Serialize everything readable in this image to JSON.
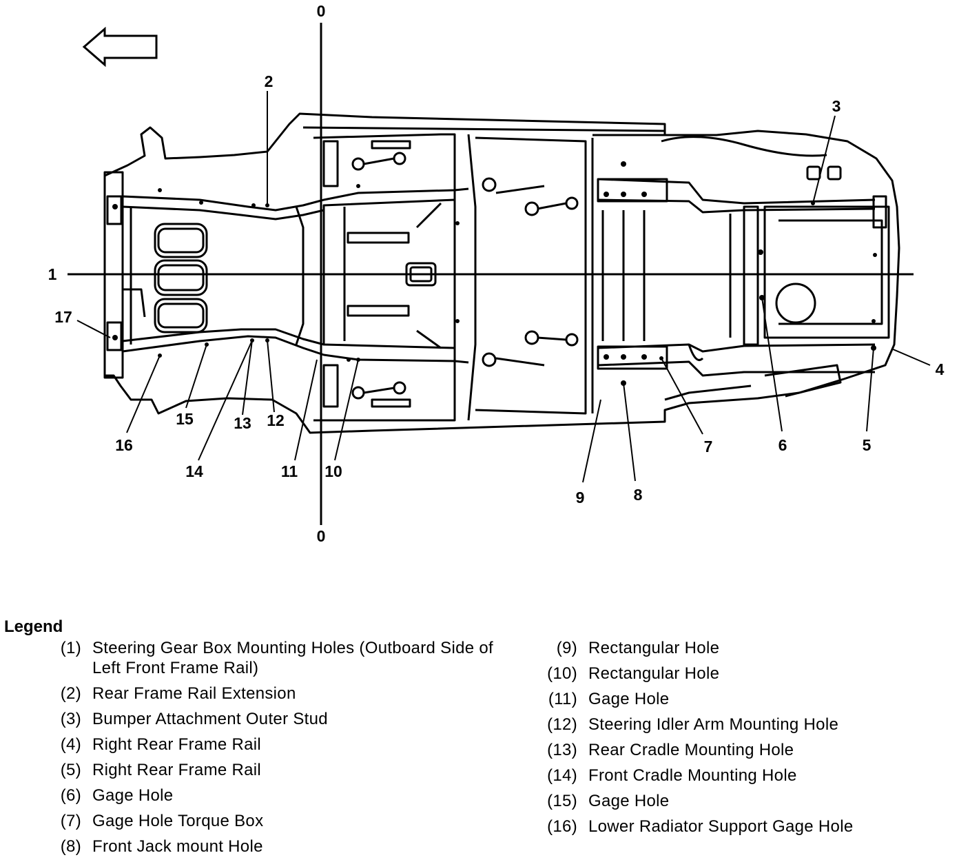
{
  "diagram": {
    "axis_top": "0",
    "axis_bottom": "0",
    "callouts": [
      "1",
      "2",
      "3",
      "4",
      "5",
      "6",
      "7",
      "8",
      "9",
      "10",
      "11",
      "12",
      "13",
      "14",
      "15",
      "16",
      "17"
    ]
  },
  "legend": {
    "title": "Legend",
    "items": [
      {
        "num": "(1)",
        "text": "Steering Gear Box Mounting Holes (Outboard Side of Left Front Frame Rail)"
      },
      {
        "num": "(2)",
        "text": "Rear Frame Rail Extension"
      },
      {
        "num": "(3)",
        "text": "Bumper Attachment Outer Stud"
      },
      {
        "num": "(4)",
        "text": "Right Rear Frame Rail"
      },
      {
        "num": "(5)",
        "text": "Right Rear Frame Rail"
      },
      {
        "num": "(6)",
        "text": "Gage Hole"
      },
      {
        "num": "(7)",
        "text": "Gage Hole Torque Box"
      },
      {
        "num": "(8)",
        "text": "Front Jack mount Hole"
      },
      {
        "num": "(9)",
        "text": "Rectangular Hole"
      },
      {
        "num": "(10)",
        "text": "Rectangular Hole"
      },
      {
        "num": "(11)",
        "text": "Gage Hole"
      },
      {
        "num": "(12)",
        "text": "Steering Idler Arm Mounting Hole"
      },
      {
        "num": "(13)",
        "text": "Rear Cradle Mounting Hole"
      },
      {
        "num": "(14)",
        "text": "Front Cradle Mounting Hole"
      },
      {
        "num": "(15)",
        "text": "Gage Hole"
      },
      {
        "num": "(16)",
        "text": "Lower Radiator Support Gage Hole"
      }
    ]
  }
}
